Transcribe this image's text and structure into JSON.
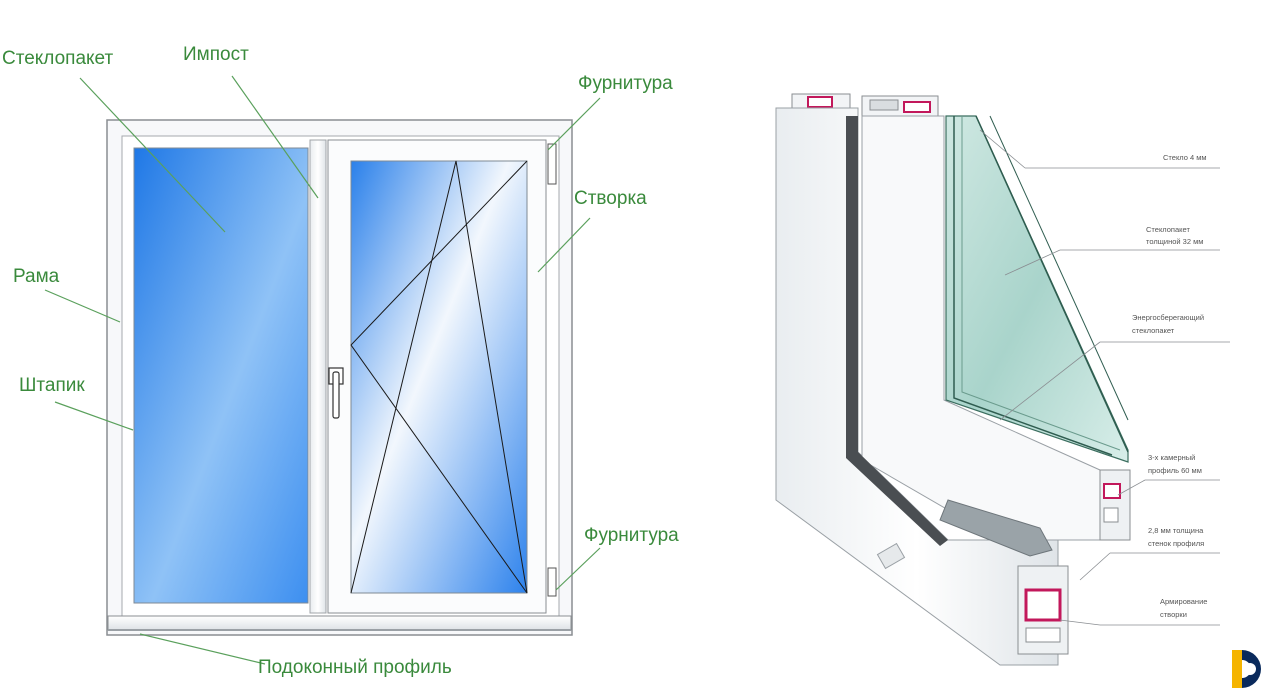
{
  "colors": {
    "label_green": "#3a8a3c",
    "leader_green": "#5aa05c",
    "glass_blue": "#2f86ea",
    "frame_white": "#f4f6f8",
    "frame_edge": "#8a8e92",
    "reinforcement_red": "#c2185b",
    "logo_yellow": "#f5b400",
    "logo_blue": "#0a2a5c"
  },
  "window_diagram": {
    "labels": {
      "glass_unit": "Стеклопакет",
      "mullion": "Импост",
      "hardware_top": "Фурнитура",
      "sash": "Створка",
      "frame": "Рама",
      "glazing_bead": "Штапик",
      "hardware_bottom": "Фурнитура",
      "sill_profile": "Подоконный профиль"
    }
  },
  "profile_diagram": {
    "labels": {
      "glass": "Стекло 4 мм",
      "glass_unit_line1": "Стеклопакет",
      "glass_unit_line2": "толщиной 32 мм",
      "energy_line1": "Энергосберегающий",
      "energy_line2": "стеклопакет",
      "chamber_line1": "3-х камерный",
      "chamber_line2": "профиль 60 мм",
      "wall_line1": "2,8 мм толщина",
      "wall_line2": "стенок профиля",
      "reinforce_line1": "Армирование",
      "reinforce_line2": "створки"
    }
  },
  "logo": {
    "icon": "brand-logo-icon"
  }
}
